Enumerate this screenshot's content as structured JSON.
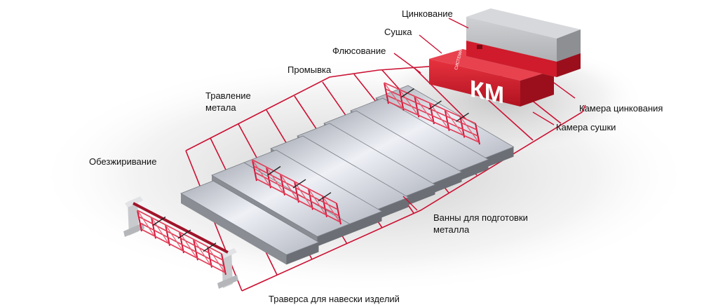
{
  "labels": {
    "zinc_coating": "Цинкование",
    "drying": "Сушка",
    "fluxing": "Флюсование",
    "rinsing": "Промывка",
    "pickling": "Травление метала",
    "degreasing": "Обезжиривание",
    "zinc_chamber": "Камера цинкования",
    "drying_chamber": "Камера сушки",
    "prep_baths": "Ванны для подготовки металла",
    "traverse": "Траверса для навески изделий"
  },
  "logo": {
    "text": "КМ",
    "subtext": "СИСТЕМА"
  },
  "colors": {
    "accent": "#d4183a",
    "line": "#cc1133",
    "bath_top": "#d8dbe2",
    "bath_side": "#8f9299",
    "bath_front": "#6d7076",
    "oven_red": "#d41d2d",
    "zinc_gray": "#b8b9bc"
  }
}
